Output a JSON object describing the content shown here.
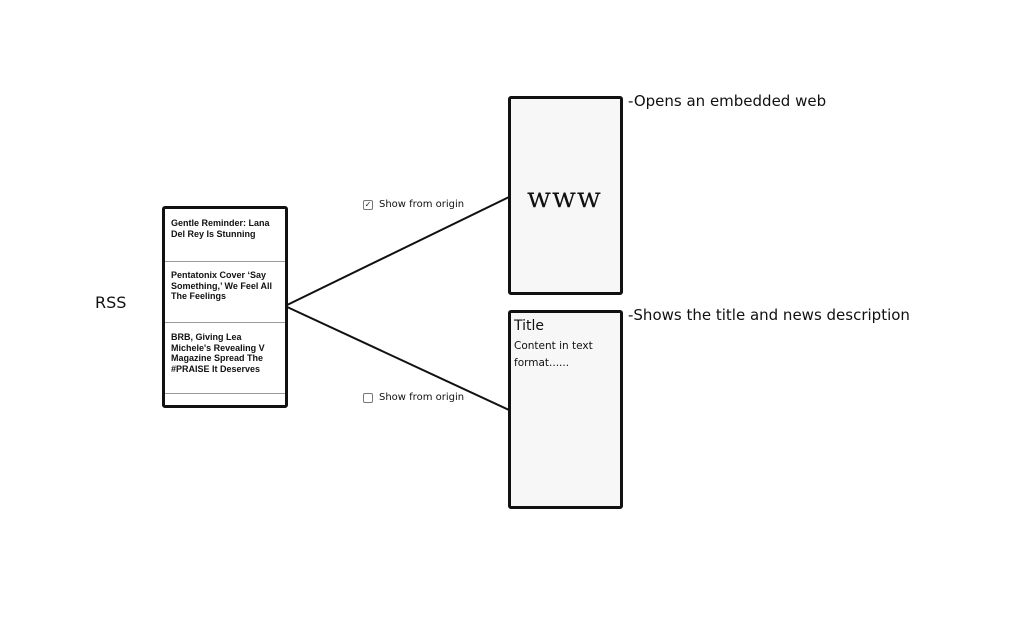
{
  "rss_label": "RSS",
  "feed": {
    "items": [
      {
        "title": "Gentle Reminder: Lana Del Rey Is Stunning"
      },
      {
        "title": "Pentatonix Cover ‘Say Something,’ We Feel All The Feelings"
      },
      {
        "title": "BRB, Giving Lea Michele's Revealing V Magazine Spread The #PRAISE It Deserves"
      }
    ]
  },
  "option_top": {
    "label": "Show from origin",
    "checked": true,
    "check_glyph": "✓"
  },
  "option_bottom": {
    "label": "Show from origin",
    "checked": false
  },
  "web_mockup": {
    "text": "www",
    "annotation": "-Opens an embedded web"
  },
  "text_mockup": {
    "title": "Title",
    "body": "Content in text format......",
    "annotation": "-Shows the title and news description"
  }
}
